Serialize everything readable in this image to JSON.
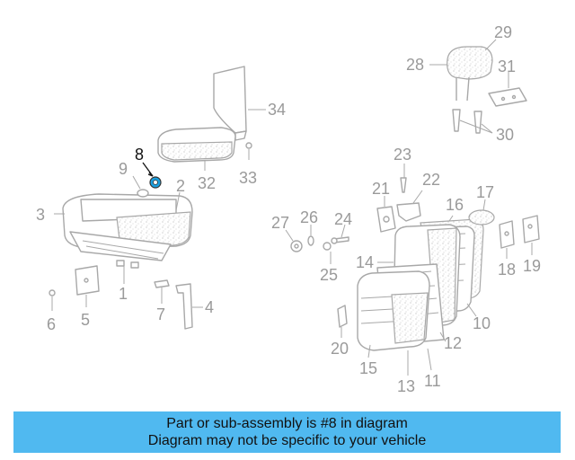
{
  "diagram": {
    "highlighted_part": "8",
    "highlight_color": "#1aa0e0",
    "callouts": [
      "1",
      "2",
      "3",
      "4",
      "5",
      "6",
      "7",
      "8",
      "9",
      "10",
      "11",
      "12",
      "13",
      "14",
      "15",
      "16",
      "17",
      "18",
      "19",
      "20",
      "21",
      "22",
      "23",
      "24",
      "25",
      "26",
      "27",
      "28",
      "29",
      "30",
      "31",
      "32",
      "33",
      "34"
    ]
  },
  "banner": {
    "line1": "Part or sub-assembly is #8 in diagram",
    "line2": "Diagram may not be specific to your vehicle",
    "background": "#50b9f0"
  }
}
